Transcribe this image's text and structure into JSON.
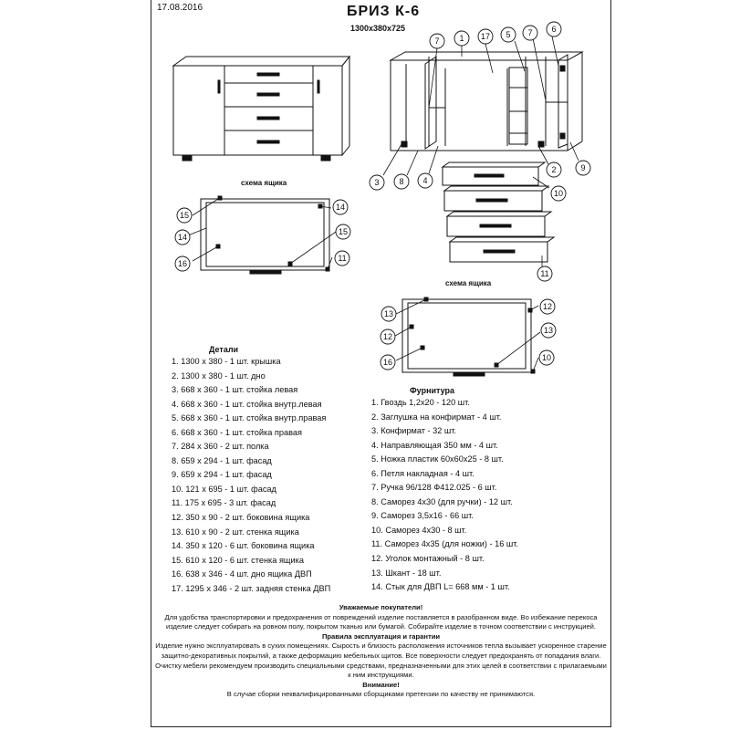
{
  "header": {
    "date": "17.08.2016",
    "title": "БРИЗ К-6",
    "dimensions": "1300x380x725"
  },
  "captions": {
    "drawer_scheme_left": "схема ящика",
    "drawer_scheme_right": "схема ящика"
  },
  "callouts": {
    "assembly": [
      "7",
      "1",
      "17",
      "5",
      "7",
      "6",
      "3",
      "8",
      "4",
      "2",
      "9",
      "10",
      "11"
    ],
    "drawer_left": [
      "15",
      "14",
      "16",
      "14",
      "15",
      "11"
    ],
    "drawer_right": [
      "13",
      "12",
      "16",
      "12",
      "13",
      "10"
    ]
  },
  "details": {
    "title": "Детали",
    "items": [
      "1. 1300 x 380 - 1 шт. крышка",
      "2. 1300 x 380 - 1 шт. дно",
      "3. 668 x 360 - 1 шт. стойка левая",
      "4. 668 x 360 - 1 шт. стойка внутр.левая",
      "5. 668 x 360 - 1 шт. стойка внутр.правая",
      "6. 668 x 360 - 1 шт. стойка правая",
      "7. 284 x 360 - 2 шт. полка",
      "8. 659 x 294 - 1 шт. фасад",
      "9. 659 x 294 - 1 шт. фасад",
      "10. 121 x 695 - 1 шт. фасад",
      "11. 175 x 695 - 3 шт. фасад",
      "12. 350 x 90 - 2 шт. боковина ящика",
      "13. 610 x 90 - 2 шт. стенка ящика",
      "14. 350 x 120 - 6 шт. боковина ящика",
      "15. 610 x 120 - 6 шт. стенка ящика",
      "16. 638 x 346 - 4 шт. дно ящика ДВП",
      "17. 1295 x 346 - 2 шт. задняя стенка ДВП"
    ]
  },
  "hardware": {
    "title": "Фурнитура",
    "items": [
      "1. Гвоздь 1,2х20 - 120 шт.",
      "2. Заглушка на конфирмат - 4 шт.",
      "3. Конфирмат - 32 шт.",
      "4. Направляющая 350 мм - 4 шт.",
      "5. Ножка пластик 60х60х25 - 8 шт.",
      "6. Петля накладная - 4 шт.",
      "7. Ручка 96/128 Ф412.025 - 6 шт.",
      "8. Саморез 4х30 (для ручки) - 12 шт.",
      "9. Саморез 3,5х16 - 66 шт.",
      "10. Саморез 4х30 - 8 шт.",
      "11. Саморез 4х35 (для ножки) - 16 шт.",
      "12. Уголок монтажный - 8 шт.",
      "13. Шкант - 18 шт.",
      "14. Стык для ДВП L= 668 мм - 1 шт."
    ]
  },
  "notes": {
    "greeting": "Уважаемые покупатели!",
    "intro": "Для удобства транспортировки и предохранения от повреждений изделие поставляется в разобранном виде. Во избежание перекоса изделие следует собирать на ровном полу, покрытом тканью или бумагой. Собирайте изделие в точном соответствии с инструкцией.",
    "rules_title": "Правила эксплуатация и гарантии",
    "rules": "Изделие нужно эксплуатировать в сухих помещениях. Сырость и близость расположения источников тепла вызывает ускоренное старение защитно-декоративных покрытий, а также деформацию мебельных щитов. Все поверхности следует предохранять от попадания влаги. Очистку мебели рекомендуем производить специальными средствами, предназначенными для этих целей в соответствии с прилагаемыми к ним инструкциями.",
    "attention_title": "Внимание!",
    "attention": "В случае сборки неквалифицированными сборщиками претензии по качеству не принимаются."
  }
}
